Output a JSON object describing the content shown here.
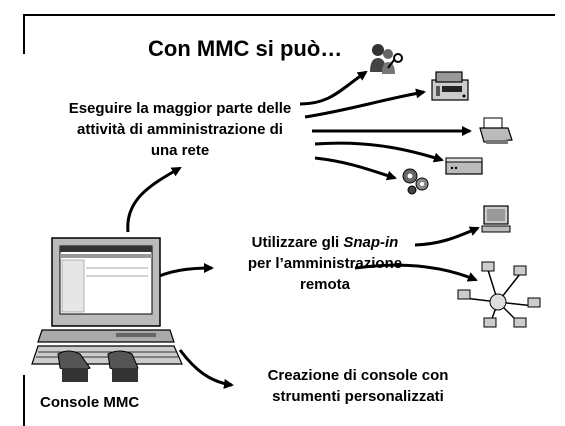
{
  "slide": {
    "title": "Con MMC si può…",
    "block1": {
      "lines": [
        "Eseguire la maggior parte delle",
        "attività di amministrazione di",
        "una rete"
      ]
    },
    "block2": {
      "line1_prefix": "Utilizzare gli ",
      "line1_emph": "Snap-in",
      "line2": "per l’amministrazione",
      "line3": "remota"
    },
    "block3": {
      "lines": [
        "Creazione di console con",
        "strumenti personalizzati"
      ]
    },
    "console_label": "Console MMC"
  },
  "icons": [
    "users-key-icon",
    "server-icon",
    "printer-icon",
    "modem-icon",
    "gears-icon",
    "desktop-computer-icon",
    "network-star-icon",
    "computer-console-icon"
  ]
}
